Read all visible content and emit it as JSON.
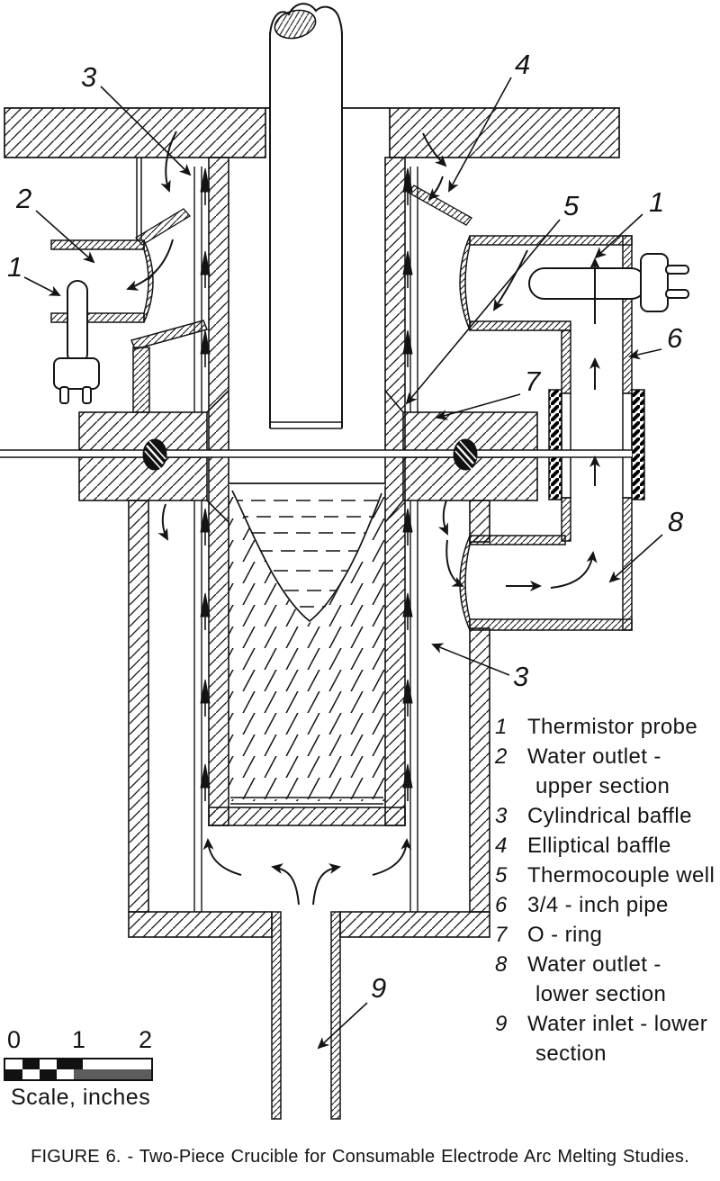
{
  "figure": {
    "caption": "FIGURE 6. - Two-Piece Crucible for Consumable Electrode Arc Melting Studies."
  },
  "legend": {
    "items": [
      {
        "num": "1",
        "lines": [
          "Thermistor probe"
        ]
      },
      {
        "num": "2",
        "lines": [
          "Water outlet -",
          "upper section"
        ]
      },
      {
        "num": "3",
        "lines": [
          "Cylindrical baffle"
        ]
      },
      {
        "num": "4",
        "lines": [
          "Elliptical baffle"
        ]
      },
      {
        "num": "5",
        "lines": [
          "Thermocouple well"
        ]
      },
      {
        "num": "6",
        "lines": [
          "3/4 - inch pipe"
        ]
      },
      {
        "num": "7",
        "lines": [
          "O - ring"
        ]
      },
      {
        "num": "8",
        "lines": [
          "Water outlet -",
          "lower section"
        ]
      },
      {
        "num": "9",
        "lines": [
          "Water inlet - lower",
          "section"
        ]
      }
    ]
  },
  "callouts": [
    {
      "text": "3"
    },
    {
      "text": "4"
    },
    {
      "text": "2"
    },
    {
      "text": "1"
    },
    {
      "text": "5"
    },
    {
      "text": "1"
    },
    {
      "text": "6"
    },
    {
      "text": "7"
    },
    {
      "text": "8"
    },
    {
      "text": "3"
    },
    {
      "text": "9"
    }
  ],
  "scale_bar": {
    "tick_labels": [
      "0",
      "1",
      "2"
    ],
    "caption": "Scale, inches"
  },
  "colors": {
    "ink": "#141414",
    "paper": "#ffffff"
  }
}
